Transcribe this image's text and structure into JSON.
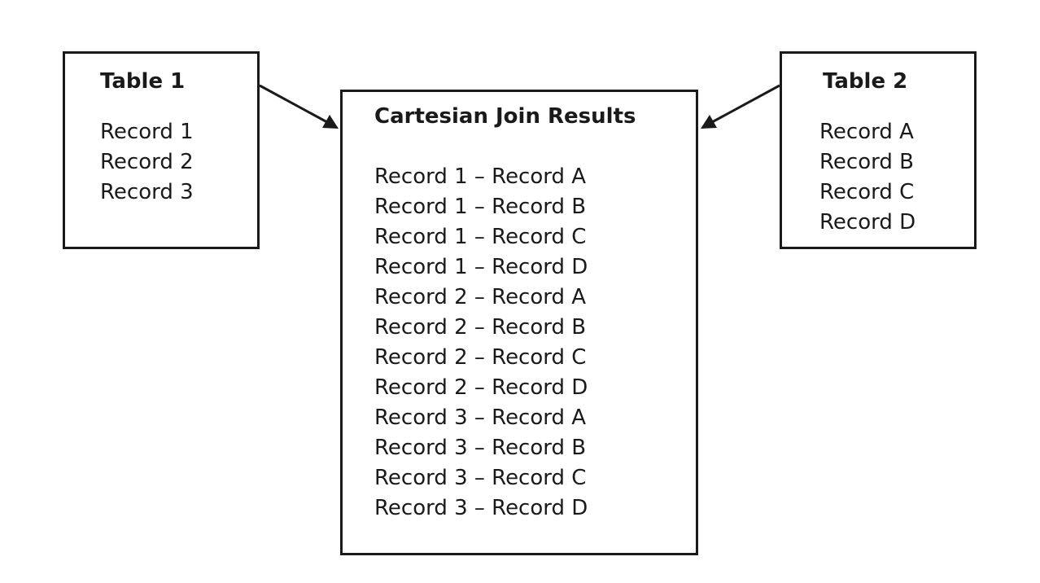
{
  "table1": {
    "title": "Table 1",
    "records": [
      "Record 1",
      "Record 2",
      "Record 3"
    ]
  },
  "table2": {
    "title": "Table 2",
    "records": [
      "Record A",
      "Record B",
      "Record C",
      "Record D"
    ]
  },
  "result": {
    "title": "Cartesian Join Results",
    "rows": [
      "Record 1 – Record A",
      "Record 1 – Record B",
      "Record 1 – Record C",
      "Record 1 – Record D",
      "Record 2 – Record A",
      "Record 2 – Record B",
      "Record 2 – Record C",
      "Record 2 – Record D",
      "Record 3 – Record A",
      "Record 3 – Record B",
      "Record 3 – Record C",
      "Record 3 – Record D"
    ]
  }
}
